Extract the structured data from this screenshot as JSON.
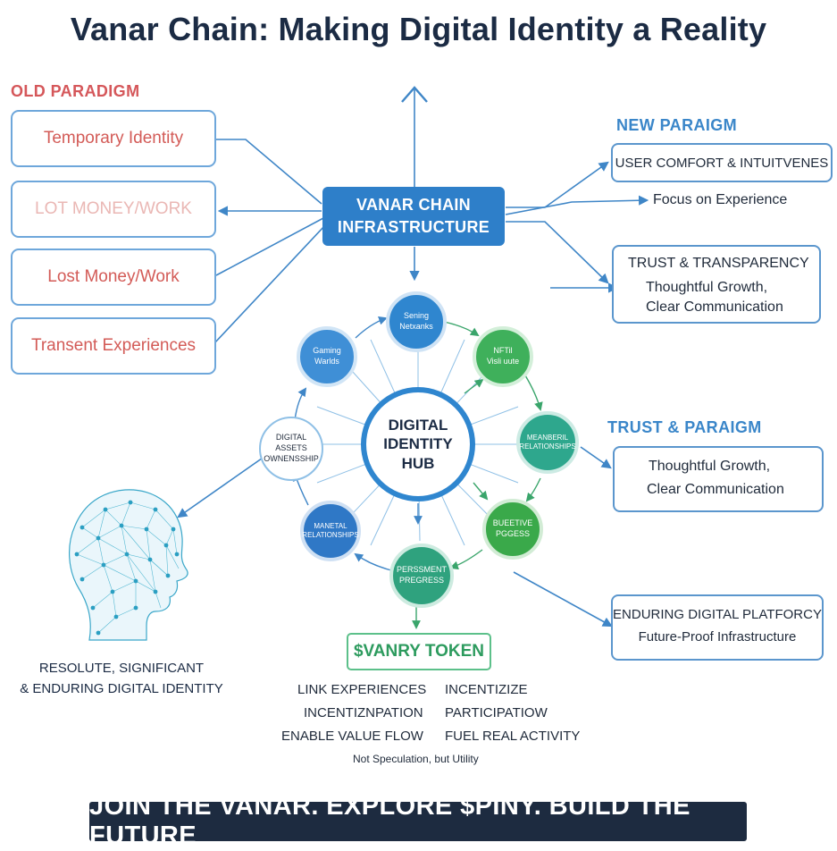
{
  "title": "Vanar Chain: Making Digital Identity a Reality",
  "old_paradigm": {
    "label": "OLD PARADIGM",
    "items": [
      "Temporary Identity",
      "LOT MONEY/WORK",
      "Lost Money/Work",
      "Transent Experiences"
    ]
  },
  "infrastructure": {
    "line1": "VANAR CHAIN",
    "line2": "INFRASTRUCTURE"
  },
  "new_paradigm": {
    "label": "NEW PARAIGM",
    "comfort": "USER COMFORT & INTUITVENES",
    "focus": "Focus on Experience",
    "trust_title": "TRUST & TRANSPARENCY",
    "trust_line1": "Thoughtful Growth,",
    "trust_line2": "Clear Communication"
  },
  "trust_paradigm": {
    "label": "TRUST & PARAIGM",
    "line1": "Thoughtful Growth,",
    "line2": "Clear Communication"
  },
  "enduring": {
    "line1": "ENDURING DIGITAL PLATFORCY",
    "line2": "Future-Proof Infrastructure"
  },
  "hub": {
    "line1": "DIGITAL",
    "line2": "IDENTITY",
    "line3": "HUB"
  },
  "nodes": [
    {
      "line1": "Sening",
      "line2": "Netxanks"
    },
    {
      "line1": "NFTil",
      "line2": "Visli uute"
    },
    {
      "line1": "MEANBERIL",
      "line2": "RELATIONSHIPS"
    },
    {
      "line1": "BUEETIVE",
      "line2": "PGGESS"
    },
    {
      "line1": "PERSSMENT",
      "line2": "PREGRESS"
    },
    {
      "line1": "MANETAL",
      "line2": "RELATIONSHIPS"
    },
    {
      "line1": "DIGITAL",
      "line2": "ASSETS",
      "line3": "OWNENSSHIP"
    },
    {
      "line1": "Gaming",
      "line2": "Warlds"
    }
  ],
  "identity": {
    "line1": "RESOLUTE, SIGNIFICANT",
    "line2": "& ENDURING DIGITAL IDENTITY"
  },
  "token": {
    "label": "$VANRY TOKEN",
    "left": [
      "LINK EXPERIENCES",
      "INCENTIZNPATION",
      "ENABLE VALUE FLOW"
    ],
    "right": [
      "INCENTIZIZE",
      "PARTICIPATIOW",
      "FUEL REAL ACTIVITY"
    ],
    "note": "Not Speculation, but Utility"
  },
  "footer": "JOIN THE VANAR. EXPLORE $PINY. BUILD THE FUTURE",
  "colors": {
    "navy": "#1b2b44",
    "blue": "#2e7fc9",
    "old_red": "#d35b57",
    "green": "#3aa56b",
    "teal": "#2aa396"
  }
}
